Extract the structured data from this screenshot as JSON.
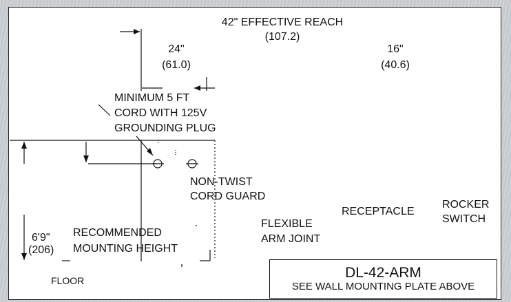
{
  "labels": {
    "reach_main": "42\" EFFECTIVE REACH",
    "reach_metric": "(107.2)",
    "dim_24": "24\"",
    "dim_24_metric": "(61.0)",
    "dim_16": "16\"",
    "dim_16_metric": "(40.6)",
    "cord_line1": "MINIMUM 5 FT",
    "cord_line2": "CORD WITH 125V",
    "cord_line3": "GROUNDING PLUG",
    "guard_line1": "NON-TWIST",
    "guard_line2": "CORD GUARD",
    "flex_line1": "FLEXIBLE",
    "flex_line2": "ARM JOINT",
    "receptacle": "RECEPTACLE",
    "rocker_line1": "ROCKER",
    "rocker_line2": "SWITCH",
    "height_ft": "6'9\"",
    "height_metric": "(206)",
    "recommended_line1": "RECOMMENDED",
    "recommended_line2": "MOUNTING HEIGHT",
    "floor": "FLOOR"
  },
  "title_block": {
    "model": "DL-42-ARM",
    "note": "SEE WALL MOUNTING PLATE ABOVE"
  }
}
